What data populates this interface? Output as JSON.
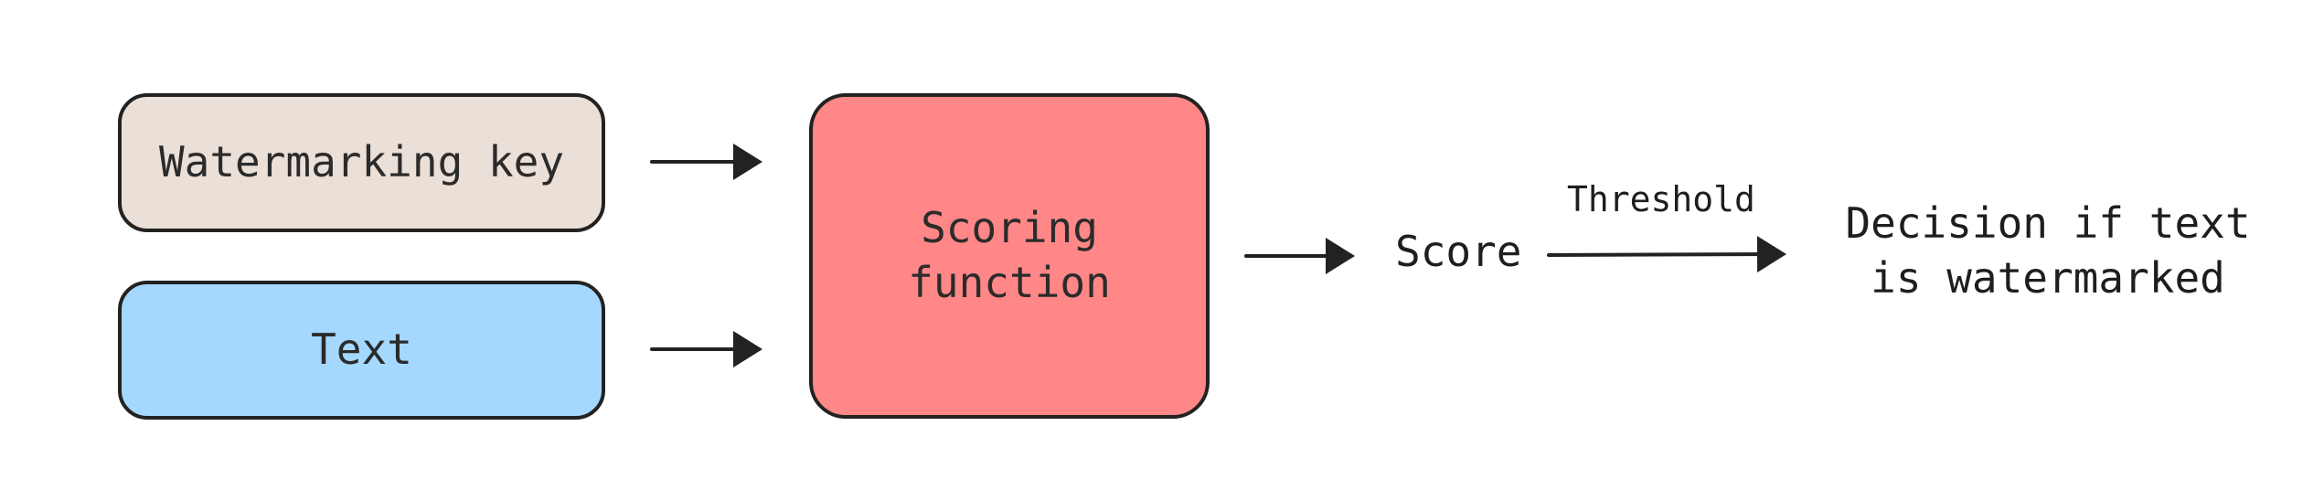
{
  "nodes": {
    "watermarking_key": {
      "label": "Watermarking key",
      "fill": "#ebe0d8"
    },
    "text": {
      "label": "Text",
      "fill": "#a5d8ff"
    },
    "scoring_function": {
      "label": "Scoring\nfunction",
      "fill": "#ff8787"
    },
    "score": {
      "label": "Score"
    },
    "decision": {
      "label": "Decision if text\nis watermarked"
    }
  },
  "edges": {
    "threshold": {
      "label": "Threshold"
    }
  },
  "colors": {
    "stroke": "#222222",
    "text": "#2b2b2b"
  }
}
